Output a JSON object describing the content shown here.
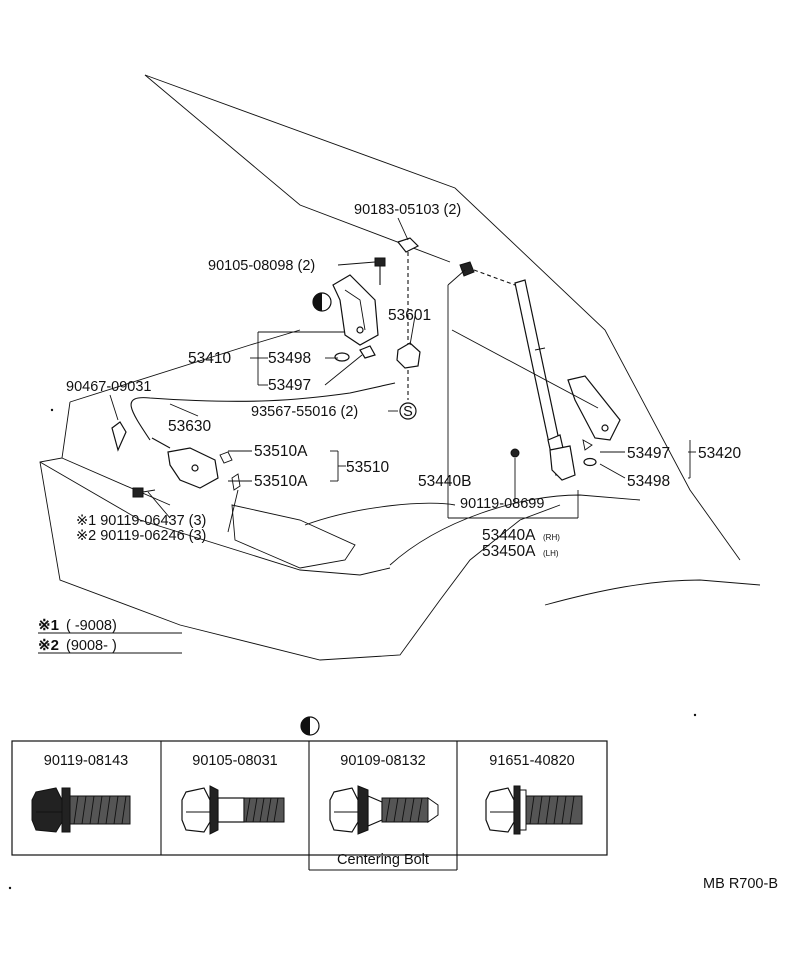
{
  "callouts": {
    "p90183": "90183-05103 (2)",
    "p90105a": "90105-08098 (2)",
    "p53601": "53601",
    "p53410": "53410",
    "p53498a": "53498",
    "p53497a": "53497",
    "p90467": "90467-09031",
    "p53630": "53630",
    "p93567": "93567-55016 (2)",
    "s_marker": "S",
    "p53510A1": "53510A",
    "p53510": "53510",
    "p53510A2": "53510A",
    "p53440B": "53440B",
    "p53497b": "53497",
    "p53420": "53420",
    "p53498b": "53498",
    "p90119a": "90119-08699",
    "p53440A": "53440A",
    "p53440A_sub": "(RH)",
    "p53450A": "53450A",
    "p53450A_sub": "(LH)",
    "note1": "※1 90119-06437 (3)",
    "note2": "※2 90119-06246 (3)"
  },
  "legend": {
    "row1_mark": "※1",
    "row1_range": "(       -9008)",
    "row2_mark": "※2",
    "row2_range": "(9008-          )"
  },
  "bolt_table": {
    "cells": [
      {
        "part": "90119-08143",
        "caption": ""
      },
      {
        "part": "90105-08031",
        "caption": ""
      },
      {
        "part": "90109-08132",
        "caption": "Centering Bolt"
      },
      {
        "part": "91651-40820",
        "caption": ""
      }
    ]
  },
  "footer": {
    "code": "MB R700-B"
  }
}
